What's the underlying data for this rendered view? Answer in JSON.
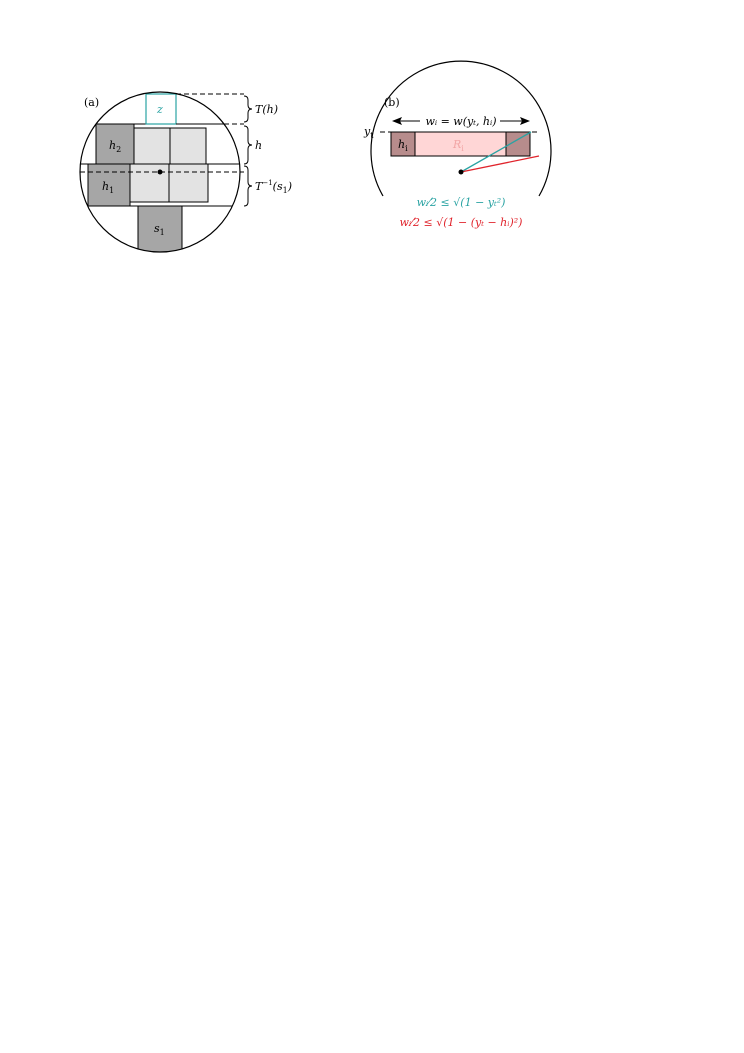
{
  "panel_a": {
    "label": "(a)",
    "box_z": "z",
    "box_h2_main": "h",
    "box_h2_sub": "2",
    "box_h1_main": "h",
    "box_h1_sub": "1",
    "box_s1_main": "s",
    "box_s1_sub": "1",
    "brace_top_label": "T(h)",
    "brace_mid_label": "h",
    "brace_bot_label_main": "T",
    "brace_bot_label_sup": "−1",
    "brace_bot_label_arg": "(s",
    "brace_bot_label_sub": "1",
    "brace_bot_label_close": ")"
  },
  "panel_b": {
    "label": "(b)",
    "yt_main": "y",
    "yt_sub": "t",
    "width_label": "wᵢ = w(yₜ, hᵢ)",
    "hi_main": "h",
    "hi_sub": "i",
    "ri_main": "R",
    "ri_sub": "i",
    "formula_teal": "wᵢ⁄2 ≤ √(1 − yₜ²)",
    "formula_red": "wᵢ⁄2 ≤ √(1 − (yₜ − hᵢ)²)"
  },
  "colors": {
    "teal": "#2aa3a3",
    "red": "#e0242c",
    "dark_gray": "#a6a6a6",
    "light_gray": "#e3e3e3",
    "pink": "#ffd6d6",
    "brown": "#b78c8c"
  }
}
